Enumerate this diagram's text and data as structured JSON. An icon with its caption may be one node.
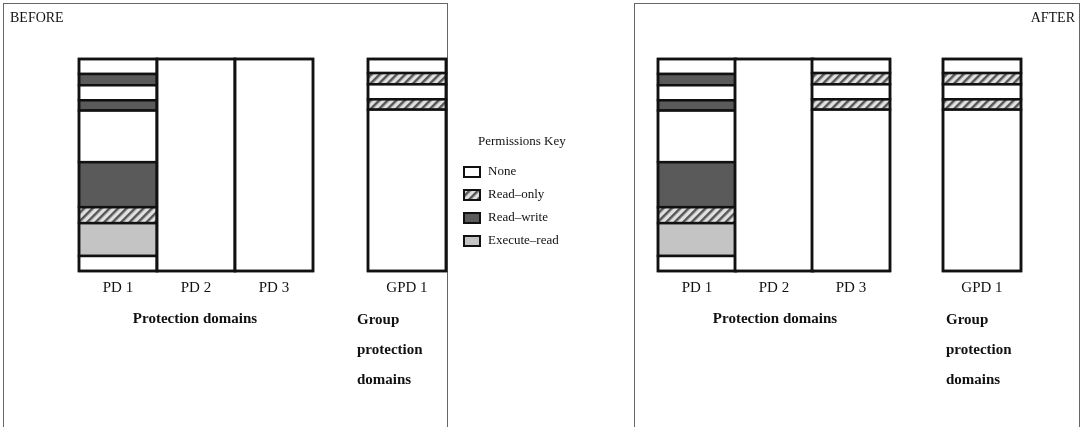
{
  "diagram": {
    "nodes": [
      {
        "text": [
          "BEFORE"
        ]
      },
      {
        "text": [
          "PD 1"
        ],
        "in": 0
      },
      {
        "text": [
          "PD 2"
        ],
        "in": 0
      },
      {
        "text": [
          "PD 3"
        ],
        "in": 0
      },
      {
        "text": [
          "GPD 1"
        ],
        "in": 0
      },
      {
        "text": [
          "AFTER"
        ]
      },
      {
        "text": [
          "PD 1"
        ],
        "in": 5
      },
      {
        "text": [
          "PD 2"
        ],
        "in": 5
      },
      {
        "text": [
          "PD 3"
        ],
        "in": 5
      },
      {
        "text": [
          "GPD 1"
        ],
        "in": 5
      }
    ],
    "labels": [
      "Protection domains",
      "Group protection domains",
      "Permissions Key",
      "Protection domains",
      "Group protection domains"
    ],
    "legend": [
      {
        "text": "None",
        "color": "#ffffff"
      },
      {
        "text": "Read–only"
      },
      {
        "text": "Read–write",
        "color": "#5a5a5a"
      },
      {
        "text": "Execute–read",
        "color": "#c4c4c4"
      }
    ]
  }
}
